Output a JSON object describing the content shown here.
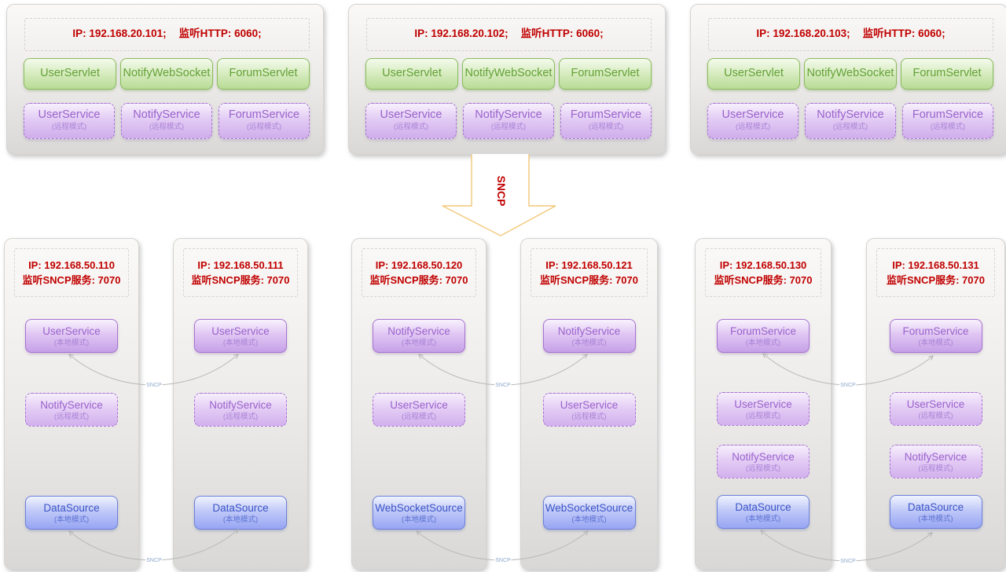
{
  "colors": {
    "red_text": "#c00000",
    "green_border": "#8abd5c",
    "green_text": "#63a136",
    "purple_border": "#a673d2",
    "purple_text": "#9a62cc",
    "blue_border": "#6e80da",
    "blue_text": "#3c54c6",
    "arrow_outline": "#f2c879",
    "connector_line": "#b9b9b9"
  },
  "top_nodes": [
    {
      "ip_label": "IP: 192.168.20.101;",
      "listen_label": "监听HTTP: 6060;",
      "servlets": [
        "UserServlet",
        "NotifyWebSocket",
        "ForumServlet"
      ],
      "services": [
        {
          "name": "UserService",
          "mode": "(远程模式)"
        },
        {
          "name": "NotifyService",
          "mode": "(远程模式)"
        },
        {
          "name": "ForumService",
          "mode": "(远程模式)"
        }
      ]
    },
    {
      "ip_label": "IP: 192.168.20.102;",
      "listen_label": "监听HTTP: 6060;",
      "servlets": [
        "UserServlet",
        "NotifyWebSocket",
        "ForumServlet"
      ],
      "services": [
        {
          "name": "UserService",
          "mode": "(远程模式)"
        },
        {
          "name": "NotifyService",
          "mode": "(远程模式)"
        },
        {
          "name": "ForumService",
          "mode": "(远程模式)"
        }
      ]
    },
    {
      "ip_label": "IP: 192.168.20.103;",
      "listen_label": "监听HTTP: 6060;",
      "servlets": [
        "UserServlet",
        "NotifyWebSocket",
        "ForumServlet"
      ],
      "services": [
        {
          "name": "UserService",
          "mode": "(远程模式)"
        },
        {
          "name": "NotifyService",
          "mode": "(远程模式)"
        },
        {
          "name": "ForumService",
          "mode": "(远程模式)"
        }
      ]
    }
  ],
  "sncp_arrow": {
    "label": "SNCP"
  },
  "bottom_nodes": [
    {
      "ip_line1": "IP: 192.168.50.110",
      "ip_line2": "监听SNCP服务: 7070",
      "items": [
        {
          "name": "UserService",
          "mode": "(本地模式)",
          "kind": "local"
        },
        {
          "name": "NotifyService",
          "mode": "(远程模式)",
          "kind": "remote"
        },
        {
          "name": "DataSource",
          "mode": "(本地模式)",
          "kind": "source"
        }
      ]
    },
    {
      "ip_line1": "IP: 192.168.50.111",
      "ip_line2": "监听SNCP服务: 7070",
      "items": [
        {
          "name": "UserService",
          "mode": "(本地模式)",
          "kind": "local"
        },
        {
          "name": "NotifyService",
          "mode": "(远程模式)",
          "kind": "remote"
        },
        {
          "name": "DataSource",
          "mode": "(本地模式)",
          "kind": "source"
        }
      ]
    },
    {
      "ip_line1": "IP: 192.168.50.120",
      "ip_line2": "监听SNCP服务: 7070",
      "items": [
        {
          "name": "NotifyService",
          "mode": "(本地模式)",
          "kind": "local"
        },
        {
          "name": "UserService",
          "mode": "(远程模式)",
          "kind": "remote"
        },
        {
          "name": "WebSocketSource",
          "mode": "(本地模式)",
          "kind": "source"
        }
      ]
    },
    {
      "ip_line1": "IP: 192.168.50.121",
      "ip_line2": "监听SNCP服务: 7070",
      "items": [
        {
          "name": "NotifyService",
          "mode": "(本地模式)",
          "kind": "local"
        },
        {
          "name": "UserService",
          "mode": "(远程模式)",
          "kind": "remote"
        },
        {
          "name": "WebSocketSource",
          "mode": "(本地模式)",
          "kind": "source"
        }
      ]
    },
    {
      "ip_line1": "IP: 192.168.50.130",
      "ip_line2": "监听SNCP服务: 7070",
      "items": [
        {
          "name": "ForumService",
          "mode": "(本地模式)",
          "kind": "local"
        },
        {
          "name": "UserService",
          "mode": "(远程模式)",
          "kind": "remote"
        },
        {
          "name": "NotifyService",
          "mode": "(远程模式)",
          "kind": "remote"
        },
        {
          "name": "DataSource",
          "mode": "(本地模式)",
          "kind": "source"
        }
      ]
    },
    {
      "ip_line1": "IP: 192.168.50.131",
      "ip_line2": "监听SNCP服务: 7070",
      "items": [
        {
          "name": "ForumService",
          "mode": "(本地模式)",
          "kind": "local"
        },
        {
          "name": "UserService",
          "mode": "(远程模式)",
          "kind": "remote"
        },
        {
          "name": "NotifyService",
          "mode": "(远程模式)",
          "kind": "remote"
        },
        {
          "name": "DataSource",
          "mode": "(本地模式)",
          "kind": "source"
        }
      ]
    }
  ],
  "connectors": [
    {
      "label": "SNCP"
    },
    {
      "label": "SNCP"
    },
    {
      "label": "SNCP"
    },
    {
      "label": "SNCP"
    },
    {
      "label": "SNCP"
    },
    {
      "label": "SNCP"
    }
  ]
}
